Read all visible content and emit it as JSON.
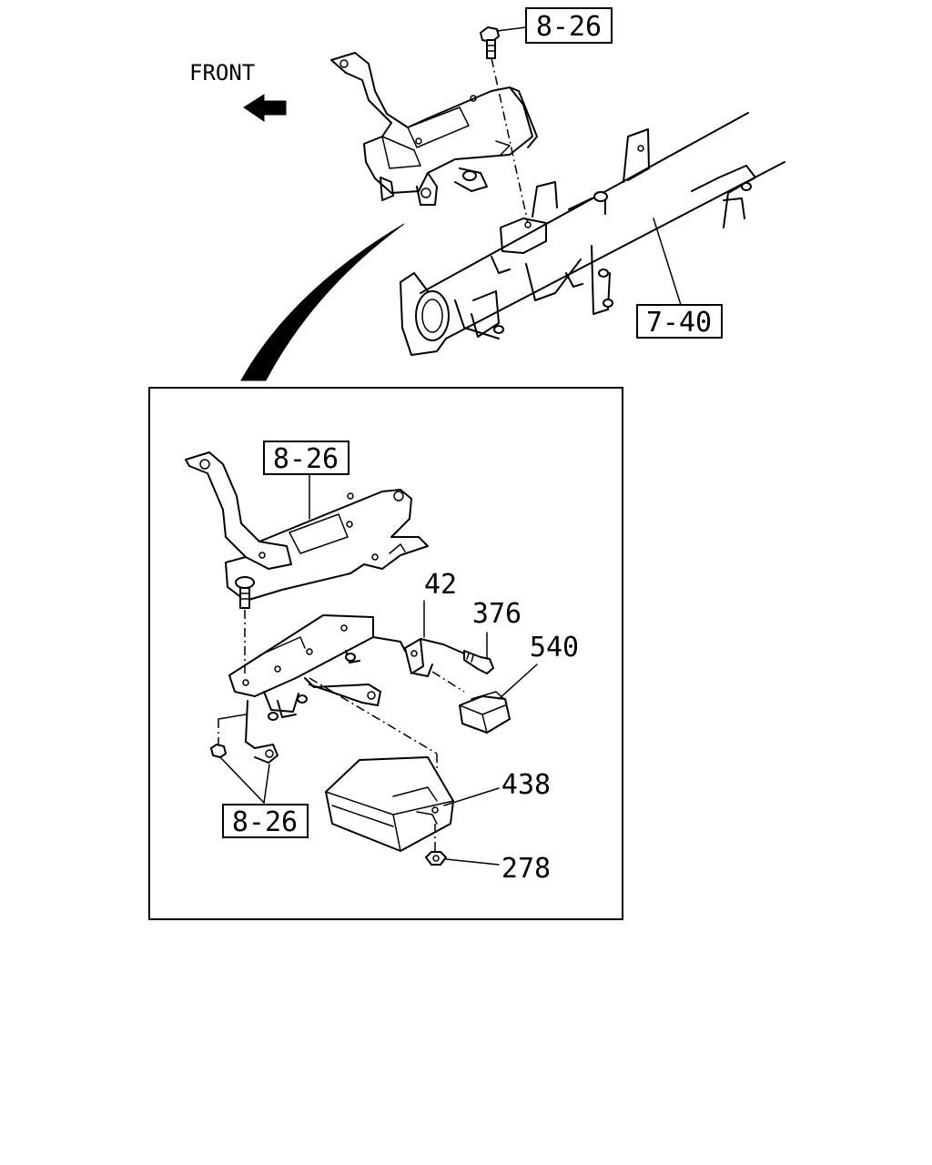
{
  "direction_label": "FRONT",
  "callouts": {
    "top_bolt_ref": "8-26",
    "crossmember_ref": "7-40",
    "inset_bracket_ref": "8-26",
    "inset_nut_ref": "8-26"
  },
  "part_numbers": {
    "bracket": "42",
    "bolt": "376",
    "connector": "540",
    "control_unit": "438",
    "nut": "278"
  }
}
